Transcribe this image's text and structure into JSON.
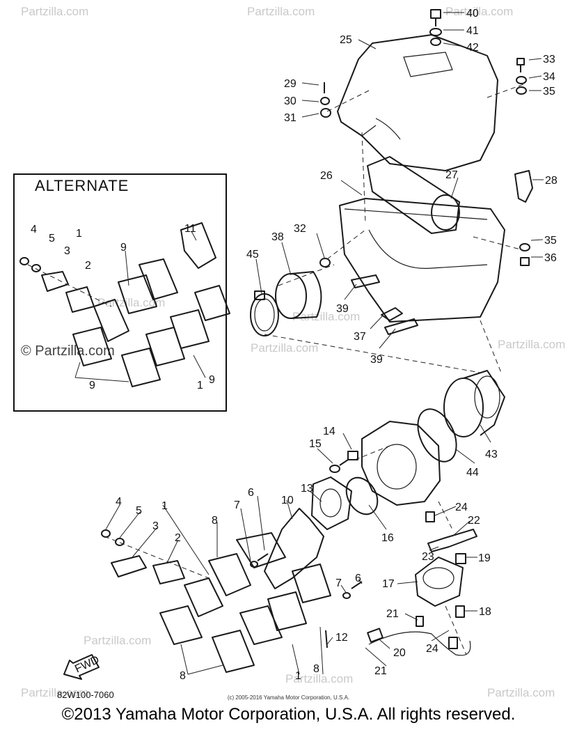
{
  "alternate_label": "ALTERNATE",
  "watermark": "Partzilla.com",
  "watermark_copyright": "© Partzilla.com",
  "drawing_code": "82W100-7060",
  "small_copyright": "(c) 2005-2016 Yamaha Motor Corporation, U.S.A.",
  "footer": "©2013 Yamaha Motor Corporation, U.S.A. All rights reserved.",
  "arrow_label": "FWD",
  "callouts": [
    "1",
    "2",
    "3",
    "4",
    "5",
    "6",
    "7",
    "8",
    "9",
    "10",
    "11",
    "12",
    "13",
    "14",
    "15",
    "16",
    "17",
    "18",
    "19",
    "20",
    "21",
    "22",
    "23",
    "24",
    "25",
    "26",
    "27",
    "28",
    "29",
    "30",
    "31",
    "32",
    "33",
    "34",
    "35",
    "36",
    "37",
    "38",
    "39",
    "40",
    "41",
    "42",
    "43",
    "44",
    "45"
  ]
}
